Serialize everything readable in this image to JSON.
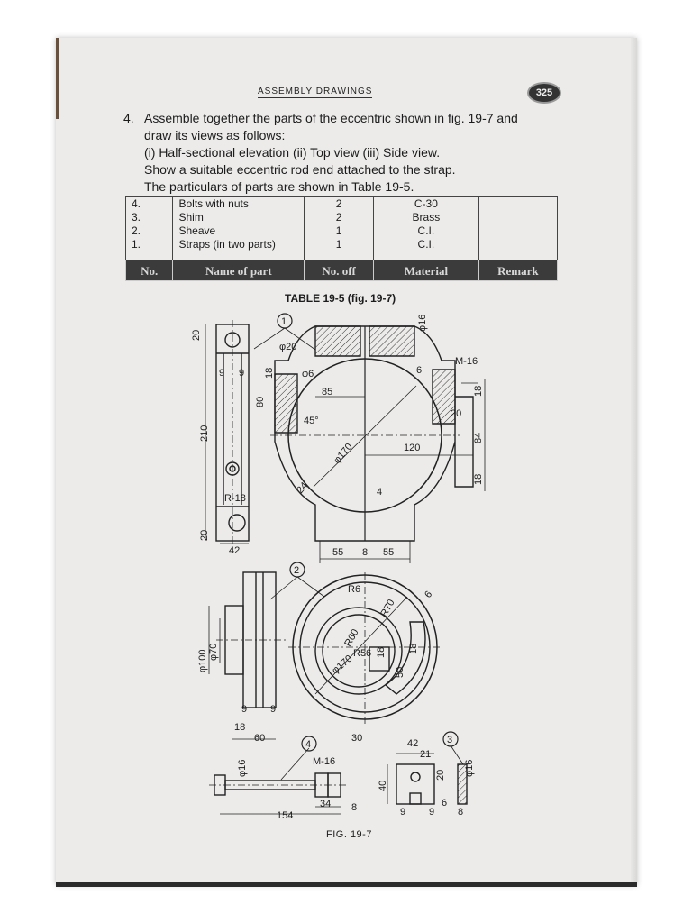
{
  "header": {
    "title": "ASSEMBLY DRAWINGS",
    "page_number": "325"
  },
  "problem": {
    "number": "4.",
    "lines": [
      "Assemble together the parts of the eccentric shown in fig. 19-7 and",
      "draw its views as follows:",
      "(i) Half-sectional elevation   (ii) Top view   (iii) Side view.",
      "Show a suitable eccentric rod end attached to the strap.",
      "The particulars of parts are shown in Table 19-5."
    ]
  },
  "table": {
    "headers": [
      "No.",
      "Name of part",
      "No. off",
      "Material",
      "Remark"
    ],
    "rows": [
      {
        "no": "4.",
        "name": "Bolts with nuts",
        "qty": "2",
        "material": "C-30",
        "remark": ""
      },
      {
        "no": "3.",
        "name": "Shim",
        "qty": "2",
        "material": "Brass",
        "remark": ""
      },
      {
        "no": "2.",
        "name": "Sheave",
        "qty": "1",
        "material": "C.I.",
        "remark": ""
      },
      {
        "no": "1.",
        "name": "Straps (in two parts)",
        "qty": "1",
        "material": "C.I.",
        "remark": ""
      }
    ],
    "caption": "TABLE 19-5 (fig. 19-7)"
  },
  "figure": {
    "caption": "FIG. 19-7",
    "callouts": [
      "1",
      "2",
      "3",
      "4"
    ],
    "dims_strap": [
      "20",
      "φ20",
      "φ6",
      "18",
      "80",
      "9",
      "9",
      "210",
      "85",
      "45°",
      "φ170",
      "120",
      "R-18",
      "24",
      "4",
      "20",
      "42",
      "55",
      "8",
      "55",
      "φ16",
      "M-16",
      "6",
      "18",
      "20",
      "84",
      "18"
    ],
    "dims_sheave": [
      "R6",
      "R70",
      "6",
      "R60",
      "R56",
      "18",
      "18",
      "50",
      "φ170",
      "φ100",
      "φ70",
      "9",
      "9",
      "18",
      "60",
      "30"
    ],
    "dims_bolt": [
      "φ16",
      "M-16",
      "34",
      "8",
      "154"
    ],
    "dims_shim": [
      "42",
      "21",
      "20",
      "40",
      "9",
      "9",
      "6",
      "8",
      "φ16"
    ]
  }
}
